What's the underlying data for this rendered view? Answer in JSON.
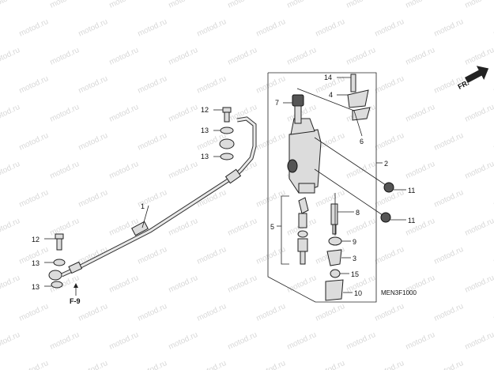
{
  "watermark": "motod.ru",
  "direction_label": "FR.",
  "reference_label": "F-9",
  "diagram_code": "MEN3F1000",
  "callouts": {
    "c1": "1",
    "c2": "2",
    "c3": "3",
    "c4": "4",
    "c5": "5",
    "c6": "6",
    "c7": "7",
    "c8": "8",
    "c9": "9",
    "c10": "10",
    "c11": "11",
    "c11b": "11",
    "c12": "12",
    "c12b": "12",
    "c13": "13",
    "c13b": "13",
    "c13c": "13",
    "c13d": "13",
    "c14": "14",
    "c15": "15"
  }
}
